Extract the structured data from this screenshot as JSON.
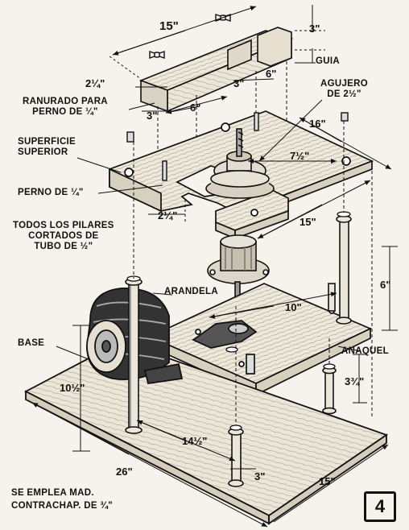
{
  "labels": {
    "guia": "GUIA",
    "agujero": "AGUJERO\nDE 2½\"",
    "ranurado": "RANURADO PARA\nPERNO DE ¼\"",
    "superficie": "SUPERFICIE\nSUPERIOR",
    "perno": "PERNO DE ¼\"",
    "pilares": "TODOS LOS PILARES\nCORTADOS DE\nTUBO DE ½\"",
    "arandela": "ARANDELA",
    "base": "BASE",
    "anaquel": "ANAQUEL",
    "nota": "SE EMPLEA MAD.\nCONTRACHAP. DE ¾\""
  },
  "dimensions": {
    "d15_top": "15\"",
    "d3_top": "3\"",
    "d2_25": "2¼\"",
    "d3_mid": "3\"",
    "d6_right": "6\"",
    "d3_left": "3\"",
    "d6_left": "6\"",
    "d16": "16\"",
    "d7_5": "7½\"",
    "d2_25_b": "2¼\"",
    "d15_mid": "15\"",
    "d6_pillar": "6\"",
    "d10": "10\"",
    "d10_5": "10½\"",
    "d3_75": "3¾\"",
    "d14_5": "14½\"",
    "d26": "26\"",
    "d3_bot": "3\"",
    "d15_bot": "15\""
  },
  "figure_number": "4"
}
